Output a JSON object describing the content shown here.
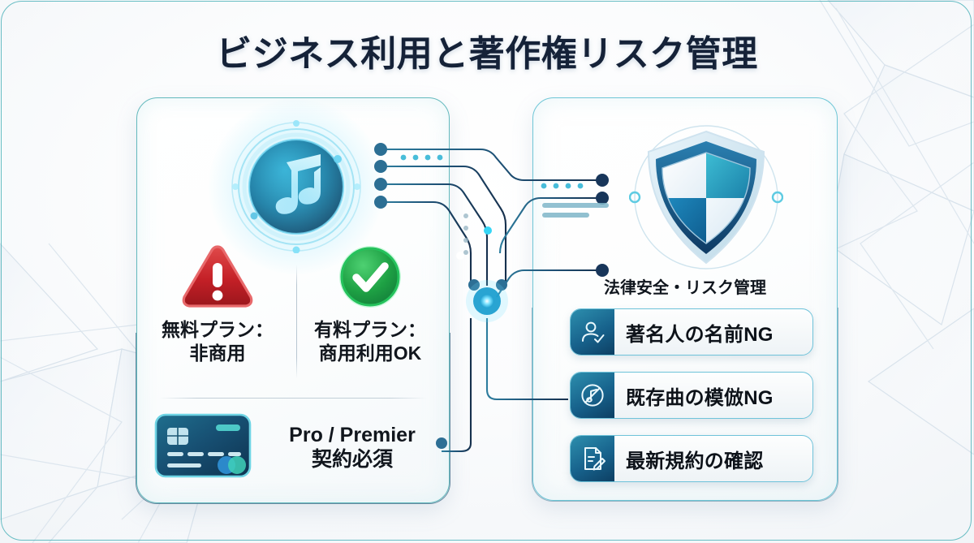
{
  "page": {
    "title": "ビジネス利用と著作権リスク管理",
    "accent_teal": "#4fb3ba",
    "accent_blue": "#17628c",
    "warning_red": "#c5282c",
    "success_green": "#22a046",
    "background": "#f4f7fa"
  },
  "left_panel": {
    "hero_icon": "music-note-badge-icon",
    "plans": [
      {
        "icon": "warning-triangle-icon",
        "icon_color": "#c5282c",
        "label": "無料プラン：\n非商用"
      },
      {
        "icon": "check-circle-icon",
        "icon_color": "#22a046",
        "label": "有料プラン：\n商用利用OK"
      }
    ],
    "subscription": {
      "icon": "credit-card-icon",
      "label": "Pro / Premier\n契約必須"
    }
  },
  "right_panel": {
    "hero_icon": "shield-icon",
    "caption": "法律安全・リスク管理",
    "items": [
      {
        "icon": "person-check-icon",
        "label": "著名人の名前NG"
      },
      {
        "icon": "music-prohibited-icon",
        "label": "既存曲の模倣NG"
      },
      {
        "icon": "document-edit-icon",
        "label": "最新規約の確認"
      }
    ]
  }
}
